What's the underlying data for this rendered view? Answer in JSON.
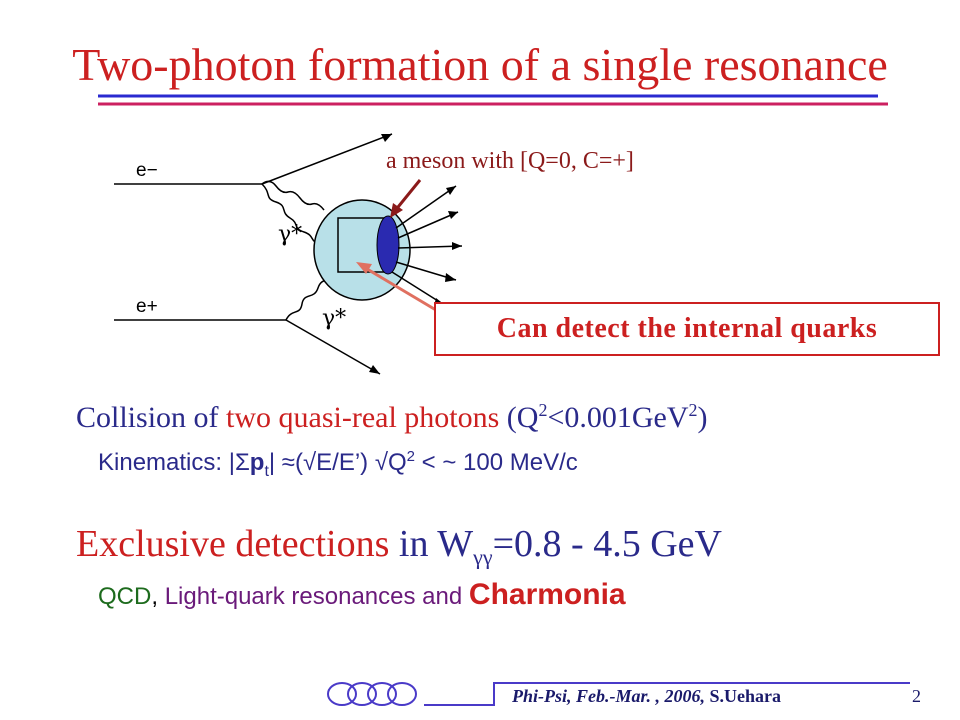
{
  "title": "Two-photon formation of a single resonance",
  "diagram": {
    "electron": "e−",
    "positron": "e+",
    "photon1": "γ*",
    "photon2": "γ*",
    "meson_note": "a meson with [Q=0, C=+]",
    "callout": "Can detect the internal quarks"
  },
  "body": {
    "line1_a": "Collision of ",
    "line1_b": "two quasi-real photons",
    "line1_c": " (Q",
    "line1_sup": "2",
    "line1_d": "<0.001GeV",
    "line1_sup2": "2",
    "line1_e": ")",
    "line2_a": "Kinematics: |Σ",
    "line2_b": "p",
    "line2_sub": "t",
    "line2_c": "| ≈(√E/E’) √Q",
    "line2_sup": "2",
    "line2_d": " < ~ 100 MeV/c",
    "line3_a": "Exclusive detections",
    "line3_b": " in W",
    "line3_sub": "γγ",
    "line3_c": "=0.8 - 4.5 GeV",
    "line4_a": "QCD",
    "line4_b": ", ",
    "line4_c": "Light-quark resonances",
    "line4_d": "  and ",
    "line4_e": "Charmonia"
  },
  "footer": {
    "conf": "Phi-Psi, Feb.-Mar. , 2006,",
    "author": " S.Uehara",
    "page": "2"
  },
  "colors": {
    "title": "#cc2020",
    "text_blue": "#2a2a8a",
    "rule_blue": "#2a2ad0",
    "rule_red": "#cc2060",
    "blob": "#b8e0e8",
    "quark_disk": "#2a2ab0"
  }
}
